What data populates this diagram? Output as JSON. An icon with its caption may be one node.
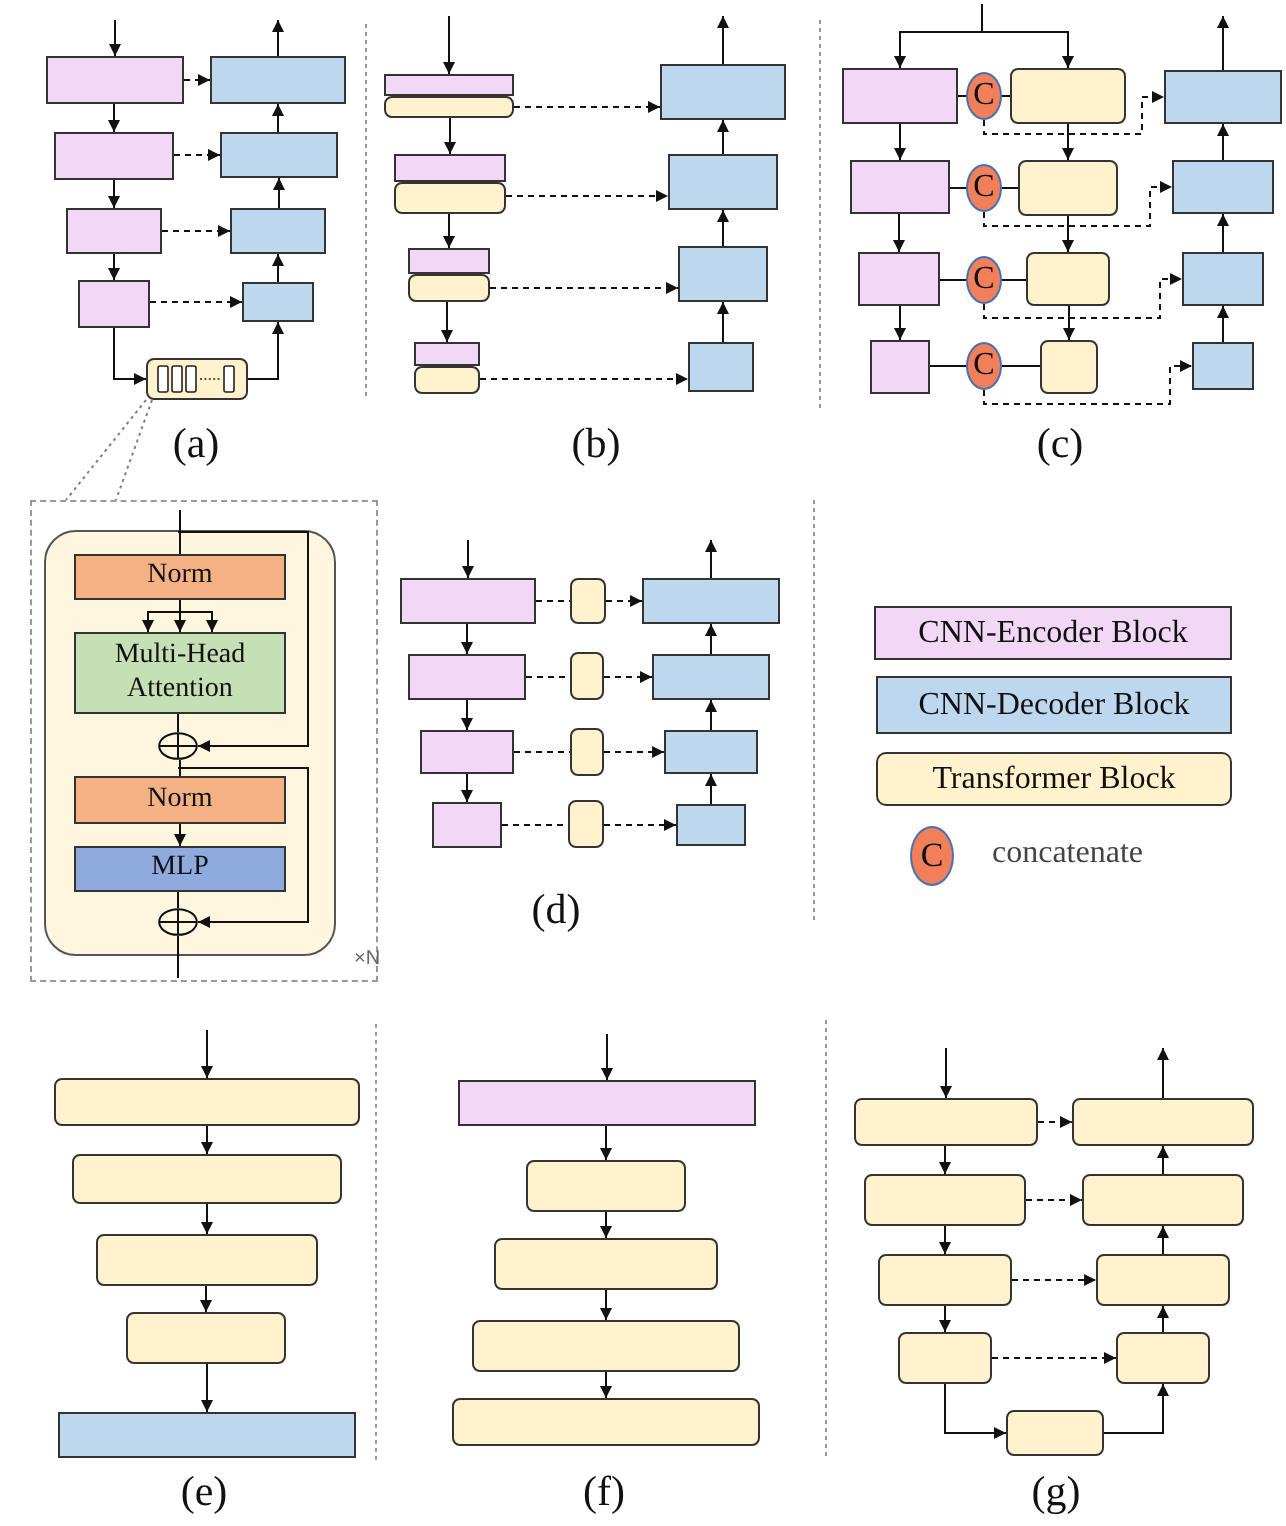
{
  "diagram": {
    "nodes": [
      {
        "text": [],
        "shape": "box"
      },
      {
        "text": [],
        "shape": "box"
      },
      {
        "text": [],
        "shape": "box"
      },
      {
        "text": [],
        "shape": "box"
      },
      {
        "text": [],
        "shape": "box"
      },
      {
        "text": [],
        "shape": "box"
      },
      {
        "text": [],
        "shape": "box"
      },
      {
        "text": [],
        "shape": "box"
      },
      {
        "text": [],
        "shape": "box"
      },
      {
        "text": [],
        "shape": "box"
      },
      {
        "text": [],
        "shape": "box"
      },
      {
        "text": [],
        "shape": "box"
      },
      {
        "text": [],
        "shape": "box"
      },
      {
        "text": [],
        "shape": "box"
      },
      {
        "text": [],
        "shape": "box"
      },
      {
        "text": [],
        "shape": "box"
      },
      {
        "text": [],
        "shape": "box"
      },
      {
        "text": [],
        "shape": "box"
      },
      {
        "text": [],
        "shape": "box"
      },
      {
        "text": [],
        "shape": "box"
      },
      {
        "text": [],
        "shape": "box"
      },
      {
        "text": [],
        "shape": "box"
      },
      {
        "text": [
          "C"
        ]
      },
      {
        "text": [],
        "shape": "box"
      },
      {
        "text": [],
        "shape": "box"
      },
      {
        "text": [],
        "shape": "box"
      },
      {
        "text": [
          "C"
        ]
      },
      {
        "text": [],
        "shape": "box"
      },
      {
        "text": [],
        "shape": "box"
      },
      {
        "text": [],
        "shape": "box"
      },
      {
        "text": [
          "C"
        ]
      },
      {
        "text": [],
        "shape": "box"
      },
      {
        "text": [],
        "shape": "box"
      },
      {
        "text": [],
        "shape": "box"
      },
      {
        "text": [
          "C"
        ]
      },
      {
        "text": [],
        "shape": "box"
      },
      {
        "text": [],
        "shape": "box"
      },
      {
        "text": [],
        "shape": "box"
      },
      {
        "text": [],
        "shape": "box",
        "in": 37,
        "beside": [
          "×N"
        ]
      },
      {
        "text": [
          "Norm"
        ],
        "in": 38
      },
      {
        "text": [
          "Multi-Head Attention"
        ],
        "in": 38
      },
      {
        "text": [],
        "shape": "circle",
        "in": 38
      },
      {
        "text": [
          "Norm"
        ],
        "in": 38
      },
      {
        "text": [
          "MLP"
        ],
        "in": 38
      },
      {
        "text": [],
        "shape": "circle",
        "in": 38
      },
      {
        "text": [],
        "shape": "box"
      },
      {
        "text": [],
        "shape": "box"
      },
      {
        "text": [],
        "shape": "box"
      },
      {
        "text": [],
        "shape": "box"
      },
      {
        "text": [],
        "shape": "box"
      },
      {
        "text": [],
        "shape": "box"
      },
      {
        "text": [],
        "shape": "box"
      },
      {
        "text": [],
        "shape": "box"
      },
      {
        "text": [],
        "shape": "box"
      },
      {
        "text": [],
        "shape": "box"
      },
      {
        "text": [],
        "shape": "box"
      },
      {
        "text": [],
        "shape": "box"
      },
      {
        "text": [],
        "shape": "box"
      },
      {
        "text": [],
        "shape": "box"
      },
      {
        "text": [],
        "shape": "box"
      },
      {
        "text": [],
        "shape": "box"
      },
      {
        "text": [],
        "shape": "box"
      },
      {
        "text": [],
        "shape": "box"
      },
      {
        "text": [],
        "shape": "box"
      },
      {
        "text": [],
        "shape": "box"
      },
      {
        "text": [],
        "shape": "box"
      },
      {
        "text": [],
        "shape": "box"
      },
      {
        "text": [],
        "shape": "box"
      },
      {
        "text": [],
        "shape": "box"
      },
      {
        "text": [],
        "shape": "box"
      },
      {
        "text": [],
        "shape": "box"
      },
      {
        "text": [],
        "shape": "box"
      },
      {
        "text": [],
        "shape": "box"
      },
      {
        "text": [],
        "shape": "box"
      },
      {
        "text": [],
        "shape": "box"
      },
      {
        "text": [],
        "shape": "box"
      }
    ],
    "edges": [
      {
        "from": null,
        "to": 0,
        "arrow": "to"
      },
      {
        "from": 0,
        "to": 2,
        "arrow": "to"
      },
      {
        "from": 2,
        "to": 4,
        "arrow": "to"
      },
      {
        "from": 4,
        "to": 6,
        "arrow": "to"
      },
      {
        "from": 6,
        "to": 8,
        "arrow": "to"
      },
      {
        "from": 8,
        "to": 7,
        "arrow": "to"
      },
      {
        "from": 7,
        "to": 5,
        "arrow": "to"
      },
      {
        "from": 5,
        "to": 3,
        "arrow": "to"
      },
      {
        "from": 3,
        "to": 1,
        "arrow": "to"
      },
      {
        "from": 1,
        "to": null,
        "arrow": "to"
      },
      {
        "from": 0,
        "to": 1,
        "arrow": "to",
        "style": "dashed"
      },
      {
        "from": 2,
        "to": 3,
        "arrow": "to",
        "style": "dashed"
      },
      {
        "from": 4,
        "to": 5,
        "arrow": "to",
        "style": "dashed"
      },
      {
        "from": 6,
        "to": 7,
        "arrow": "to",
        "style": "dashed"
      },
      {
        "from": 8,
        "to": 37,
        "arrow": "none",
        "style": "dashed",
        "color": "#808080"
      },
      {
        "from": 8,
        "to": 37,
        "arrow": "none",
        "style": "dashed",
        "color": "#808080"
      },
      {
        "from": null,
        "to": 9,
        "arrow": "to"
      },
      {
        "from": 10,
        "to": 12,
        "arrow": "to"
      },
      {
        "from": 13,
        "to": 15,
        "arrow": "to"
      },
      {
        "from": 16,
        "to": 18,
        "arrow": "to"
      },
      {
        "from": 10,
        "to": 11,
        "arrow": "to",
        "style": "dashed"
      },
      {
        "from": 13,
        "to": 14,
        "arrow": "to",
        "style": "dashed"
      },
      {
        "from": 16,
        "to": 17,
        "arrow": "to",
        "style": "dashed"
      },
      {
        "from": 19,
        "to": 20,
        "arrow": "to",
        "style": "dashed"
      },
      {
        "from": 20,
        "to": 17,
        "arrow": "to"
      },
      {
        "from": 17,
        "to": 14,
        "arrow": "to"
      },
      {
        "from": 14,
        "to": 11,
        "arrow": "to"
      },
      {
        "from": 11,
        "to": null,
        "arrow": "to"
      },
      {
        "from": null,
        "to": 21,
        "arrow": "to"
      },
      {
        "from": null,
        "to": 23,
        "arrow": "to"
      },
      {
        "from": 21,
        "to": 25,
        "arrow": "to"
      },
      {
        "from": 25,
        "to": 29,
        "arrow": "to"
      },
      {
        "from": 29,
        "to": 33,
        "arrow": "to"
      },
      {
        "from": 23,
        "to": 27,
        "arrow": "to"
      },
      {
        "from": 27,
        "to": 31,
        "arrow": "to"
      },
      {
        "from": 31,
        "to": 35,
        "arrow": "to"
      },
      {
        "from": 21,
        "to": 22,
        "arrow": "none"
      },
      {
        "from": 22,
        "to": 23,
        "arrow": "none"
      },
      {
        "from": 25,
        "to": 26,
        "arrow": "none"
      },
      {
        "from": 26,
        "to": 27,
        "arrow": "none"
      },
      {
        "from": 29,
        "to": 30,
        "arrow": "none"
      },
      {
        "from": 30,
        "to": 31,
        "arrow": "none"
      },
      {
        "from": 33,
        "to": 34,
        "arrow": "none"
      },
      {
        "from": 34,
        "to": 35,
        "arrow": "none"
      },
      {
        "from": 22,
        "to": 24,
        "arrow": "to",
        "style": "dashed"
      },
      {
        "from": 26,
        "to": 28,
        "arrow": "to",
        "style": "dashed"
      },
      {
        "from": 30,
        "to": 32,
        "arrow": "to",
        "style": "dashed"
      },
      {
        "from": 34,
        "to": 36,
        "arrow": "to",
        "style": "dashed"
      },
      {
        "from": 36,
        "to": 32,
        "arrow": "to"
      },
      {
        "from": 32,
        "to": 28,
        "arrow": "to"
      },
      {
        "from": 28,
        "to": 24,
        "arrow": "to"
      },
      {
        "from": 24,
        "to": null,
        "arrow": "to"
      },
      {
        "from": null,
        "to": 39,
        "arrow": "none"
      },
      {
        "from": 39,
        "to": 40,
        "arrow": "to"
      },
      {
        "from": 39,
        "to": 40,
        "arrow": "to"
      },
      {
        "from": 39,
        "to": 40,
        "arrow": "to"
      },
      {
        "from": 40,
        "to": 41,
        "arrow": "none"
      },
      {
        "from": null,
        "to": 41,
        "arrow": "to"
      },
      {
        "from": 41,
        "to": 42,
        "arrow": "none"
      },
      {
        "from": 42,
        "to": 43,
        "arrow": "to"
      },
      {
        "from": 43,
        "to": 44,
        "arrow": "none"
      },
      {
        "from": 41,
        "to": 44,
        "arrow": "to"
      },
      {
        "from": 44,
        "to": null,
        "arrow": "none"
      },
      {
        "from": null,
        "to": 45,
        "arrow": "to"
      },
      {
        "from": 45,
        "to": 48,
        "arrow": "to"
      },
      {
        "from": 48,
        "to": 51,
        "arrow": "to"
      },
      {
        "from": 51,
        "to": 54,
        "arrow": "to"
      },
      {
        "from": 45,
        "to": 46,
        "arrow": "none",
        "style": "dashed"
      },
      {
        "from": 46,
        "to": 47,
        "arrow": "to",
        "style": "dashed"
      },
      {
        "from": 48,
        "to": 49,
        "arrow": "none",
        "style": "dashed"
      },
      {
        "from": 49,
        "to": 50,
        "arrow": "to",
        "style": "dashed"
      },
      {
        "from": 51,
        "to": 52,
        "arrow": "none",
        "style": "dashed"
      },
      {
        "from": 52,
        "to": 53,
        "arrow": "to",
        "style": "dashed"
      },
      {
        "from": 54,
        "to": 55,
        "arrow": "none",
        "style": "dashed"
      },
      {
        "from": 55,
        "to": 56,
        "arrow": "to",
        "style": "dashed"
      },
      {
        "from": 56,
        "to": 53,
        "arrow": "to"
      },
      {
        "from": 53,
        "to": 50,
        "arrow": "to"
      },
      {
        "from": 50,
        "to": 47,
        "arrow": "to"
      },
      {
        "from": 47,
        "to": null,
        "arrow": "to"
      },
      {
        "from": null,
        "to": 57,
        "arrow": "to"
      },
      {
        "from": 57,
        "to": 58,
        "arrow": "to"
      },
      {
        "from": 58,
        "to": 59,
        "arrow": "to"
      },
      {
        "from": 59,
        "to": 60,
        "arrow": "to"
      },
      {
        "from": 60,
        "to": 61,
        "arrow": "to"
      },
      {
        "from": null,
        "to": 62,
        "arrow": "to"
      },
      {
        "from": 62,
        "to": 63,
        "arrow": "to"
      },
      {
        "from": 63,
        "to": 64,
        "arrow": "to"
      },
      {
        "from": 64,
        "to": 65,
        "arrow": "to"
      },
      {
        "from": 65,
        "to": 66,
        "arrow": "to"
      },
      {
        "from": null,
        "to": 67,
        "arrow": "to"
      },
      {
        "from": 67,
        "to": 69,
        "arrow": "to"
      },
      {
        "from": 69,
        "to": 71,
        "arrow": "to"
      },
      {
        "from": 71,
        "to": 73,
        "arrow": "to"
      },
      {
        "from": 73,
        "to": 75,
        "arrow": "to"
      },
      {
        "from": 75,
        "to": 74,
        "arrow": "to"
      },
      {
        "from": 74,
        "to": 72,
        "arrow": "to"
      },
      {
        "from": 72,
        "to": 70,
        "arrow": "to"
      },
      {
        "from": 70,
        "to": 68,
        "arrow": "to"
      },
      {
        "from": 68,
        "to": null,
        "arrow": "to"
      },
      {
        "from": 67,
        "to": 68,
        "arrow": "to",
        "style": "dashed"
      },
      {
        "from": 69,
        "to": 70,
        "arrow": "to",
        "style": "dashed"
      },
      {
        "from": 71,
        "to": 72,
        "arrow": "to",
        "style": "dashed"
      },
      {
        "from": 73,
        "to": 74,
        "arrow": "to",
        "style": "dashed"
      }
    ],
    "labels": [
      "(a)",
      "(b)",
      "(c)",
      "C",
      "(d)",
      "(e)",
      "(f)",
      "(g)"
    ],
    "legend": [
      {
        "text": "CNN-Encoder Block",
        "color": "#f2d8f6"
      },
      {
        "text": "CNN-Decoder Block",
        "color": "#bdd7ee"
      },
      {
        "text": "Transformer Block",
        "color": "#fff2cc"
      },
      {
        "text": "concatenate",
        "color": "#f07f5a"
      }
    ]
  }
}
